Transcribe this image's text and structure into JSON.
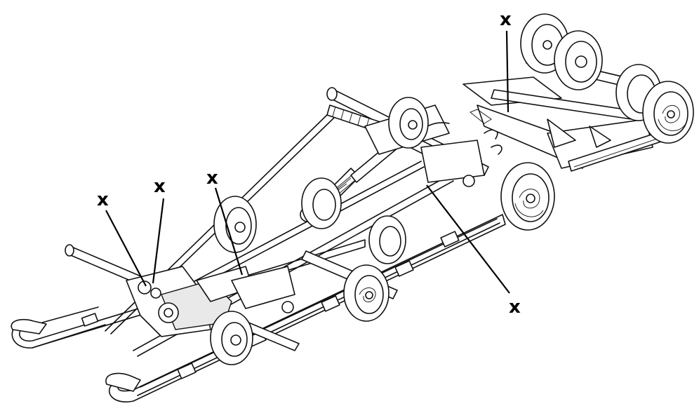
{
  "diagram": {
    "callouts": [
      {
        "id": "left-1",
        "label": "x"
      },
      {
        "id": "left-2",
        "label": "x"
      },
      {
        "id": "center",
        "label": "x"
      },
      {
        "id": "right-lower",
        "label": "x"
      },
      {
        "id": "rear-top",
        "label": "x"
      }
    ]
  }
}
